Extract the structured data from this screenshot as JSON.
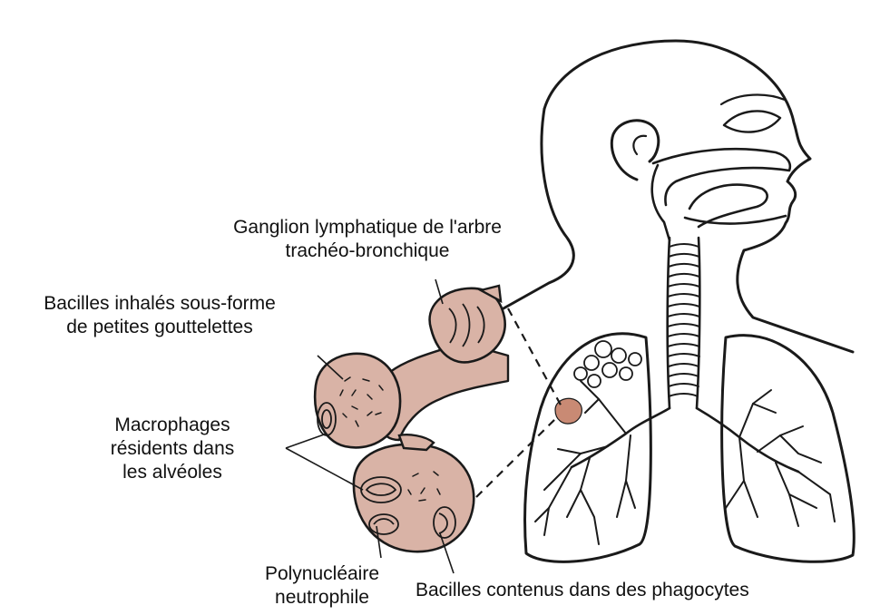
{
  "labels": {
    "ganglion": [
      "Ganglion lymphatique de l'arbre",
      "trachéo-bronchique"
    ],
    "bacilles_inhales": [
      "Bacilles inhalés sous-forme",
      "de petites gouttelettes"
    ],
    "macrophages": [
      "Macrophages",
      "résidents dans",
      "les alvéoles"
    ],
    "polynucleaire": [
      "Polynucléaire",
      "neutrophile"
    ],
    "bacilles_contenus": "Bacilles contenus dans des phagocytes"
  },
  "colors": {
    "line": "#1a1a1a",
    "tissue": "#d9b3a6",
    "lesion": "#c98a74"
  }
}
